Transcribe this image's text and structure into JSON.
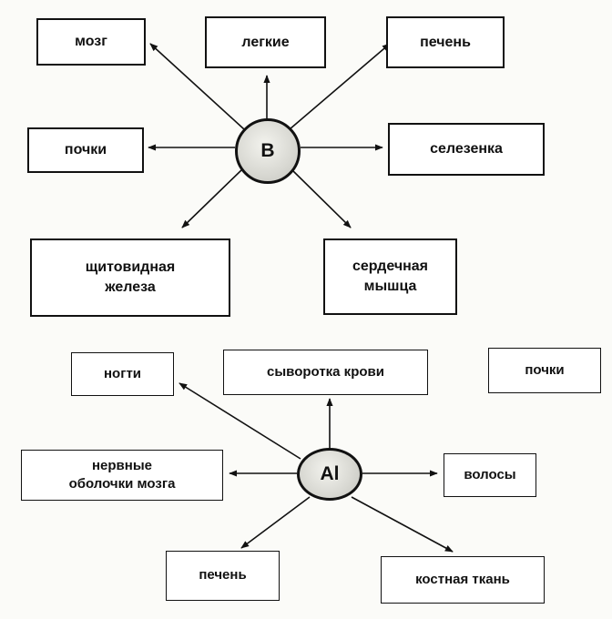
{
  "diagram_top": {
    "hub": "B",
    "nodes": {
      "brain": "мозг",
      "lungs": "легкие",
      "liver": "печень",
      "kidneys": "почки",
      "spleen": "селезенка",
      "thyroid": "щитовидная\nжелеза",
      "heart_muscle": "сердечная\nмышца"
    }
  },
  "diagram_bottom": {
    "hub": "Al",
    "nodes": {
      "nails": "ногти",
      "blood_serum": "сыворотка крови",
      "kidneys": "почки",
      "nerve_sheaths": "нервные\nоболочки мозга",
      "hair": "волосы",
      "liver": "печень",
      "bone_tissue": "костная ткань"
    }
  }
}
